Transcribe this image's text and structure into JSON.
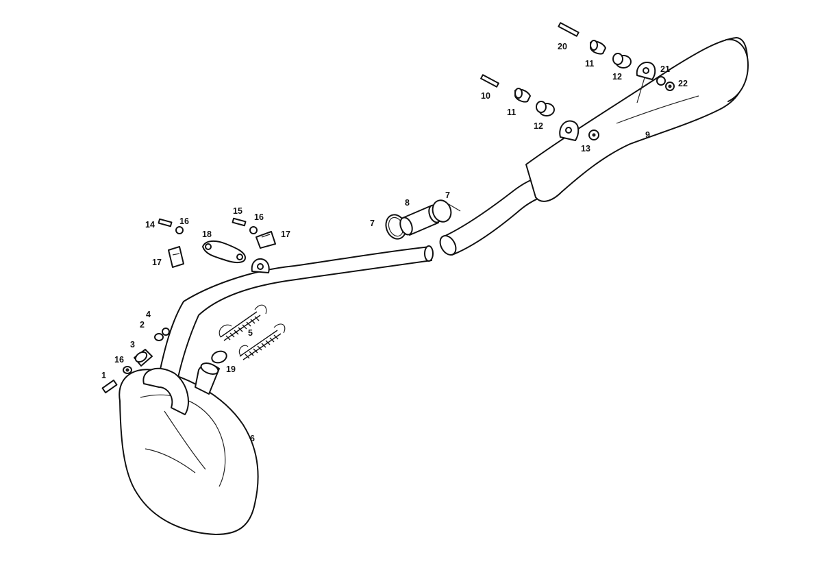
{
  "labels": {
    "n1": "1",
    "n2": "2",
    "n3": "3",
    "n4": "4",
    "n5": "5",
    "n6": "6",
    "n7a": "7",
    "n7b": "7",
    "n8": "8",
    "n9": "9",
    "n10": "10",
    "n11a": "11",
    "n11b": "11",
    "n12a": "12",
    "n12b": "12",
    "n13": "13",
    "n14": "14",
    "n15": "15",
    "n16a": "16",
    "n16b": "16",
    "n16c": "16",
    "n17a": "17",
    "n17b": "17",
    "n18": "18",
    "n19": "19",
    "n20": "20",
    "n21": "21",
    "n22": "22"
  }
}
